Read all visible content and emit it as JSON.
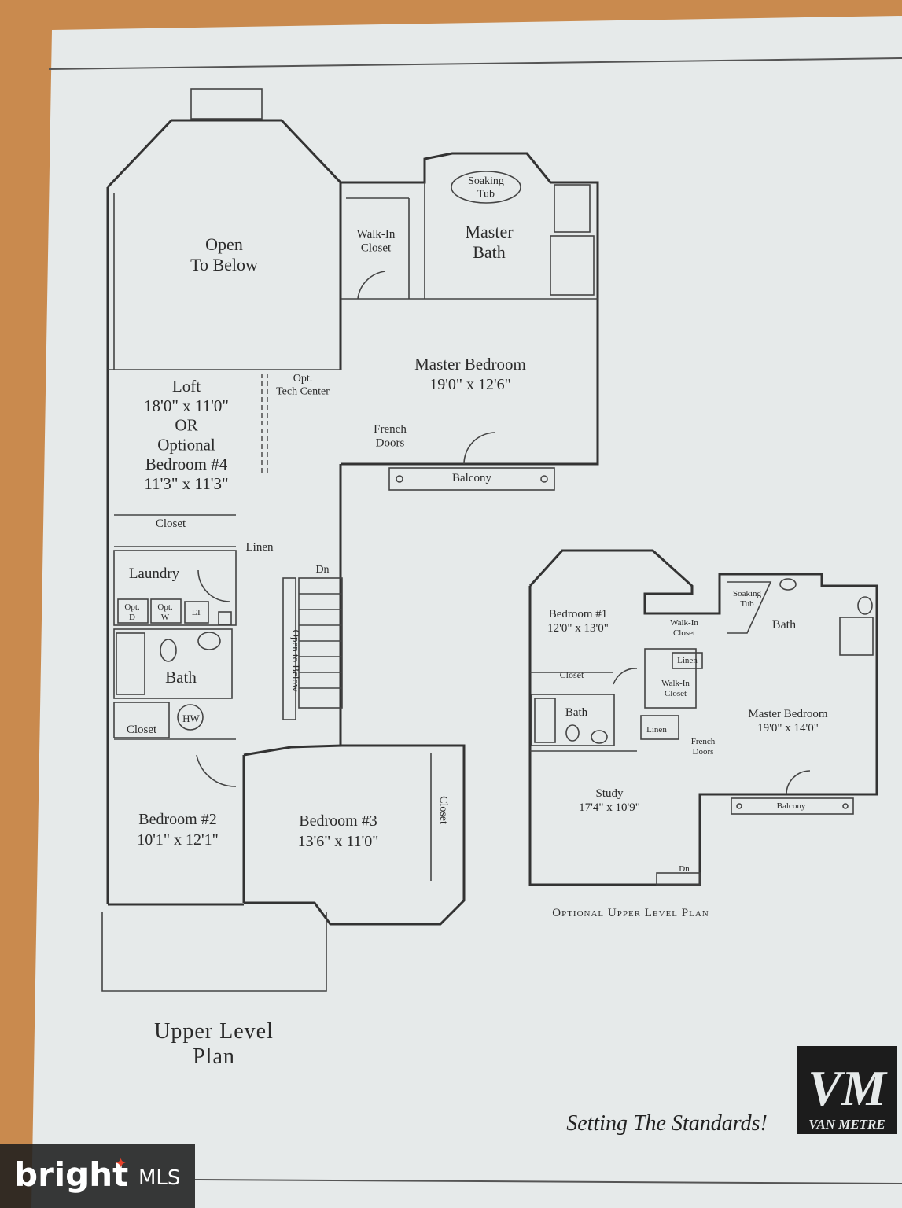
{
  "main_plan": {
    "open_to_below": "Open\nTo Below",
    "walk_in_closet": "Walk-In\nCloset",
    "soaking_tub": "Soaking\nTub",
    "master_bath": "Master\nBath",
    "master_bedroom_name": "Master Bedroom",
    "master_bedroom_size": "19'0\" x 12'6\"",
    "opt_tech_center": "Opt.\nTech Center",
    "loft_lines": [
      "Loft",
      "18'0\" x 11'0\"",
      "OR",
      "Optional",
      "Bedroom #4",
      "11'3\" x 11'3\""
    ],
    "french_doors": "French\nDoors",
    "balcony": "Balcony",
    "closet_loft": "Closet",
    "linen": "Linen",
    "dn": "Dn",
    "laundry": "Laundry",
    "opt_d": "Opt.\nD",
    "opt_w": "Opt.\nW",
    "lt": "LT",
    "open_to_below_stair": "Open to Below",
    "bath": "Bath",
    "closet_hall": "Closet",
    "hw": "HW",
    "bedroom2_name": "Bedroom #2",
    "bedroom2_size": "10'1\" x 12'1\"",
    "bedroom3_name": "Bedroom #3",
    "bedroom3_size": "13'6\" x 11'0\"",
    "closet_bed3": "Closet",
    "title_line1": "Upper Level",
    "title_line2": "Plan"
  },
  "optional_plan": {
    "bedroom1_name": "Bedroom #1",
    "bedroom1_size": "12'0\" x 13'0\"",
    "walk_in_closet_top": "Walk-In\nCloset",
    "soaking_tub": "Soaking\nTub",
    "bath_master": "Bath",
    "closet": "Closet",
    "linen_top": "Linen",
    "walk_in_closet_mid": "Walk-In\nCloset",
    "bath_small": "Bath",
    "linen_bottom": "Linen",
    "master_bedroom_name": "Master Bedroom",
    "master_bedroom_size": "19'0\" x 14'0\"",
    "french_doors": "French\nDoors",
    "study_name": "Study",
    "study_size": "17'4\" x 10'9\"",
    "balcony": "Balcony",
    "dn": "Dn",
    "caption": "Optional Upper Level Plan"
  },
  "branding": {
    "slogan": "Setting The Standards!",
    "logo_text": "VAN METRE",
    "logo_monogram": "VM",
    "watermark_word": "bright",
    "watermark_mls": "MLS"
  },
  "colors": {
    "paper": "#e6eaea",
    "background": "#c98a4e",
    "ink": "#2a2a2a",
    "accent": "#e8412a"
  }
}
